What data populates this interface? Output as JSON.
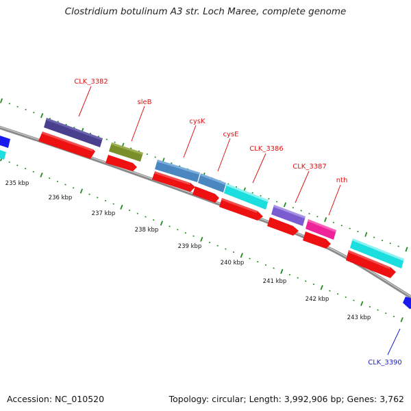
{
  "title": "Clostridium botulinum A3 str. Loch Maree, complete genome",
  "footer": {
    "accession": "Accession: NC_010520",
    "topology": "Topology: circular; Length: 3,992,906 bp; Genes: 3,762"
  },
  "colors": {
    "backbone": "#8a8a8a",
    "tick_major": "#1e8a1e",
    "tick_minor": "#2e8b2e",
    "label_red": "#dd1111",
    "label_blue": "#1a1acc",
    "cds": "#ee1111"
  },
  "scale_labels": [
    "235 kbp",
    "236 kbp",
    "237 kbp",
    "238 kbp",
    "239 kbp",
    "240 kbp",
    "241 kbp",
    "242 kbp",
    "243 kbp"
  ],
  "genes": [
    {
      "label": "CLK_3382",
      "color": "#4a3f8f"
    },
    {
      "label": "sleB",
      "color": "#7a8f2a"
    },
    {
      "label": "cysK",
      "color": "#4a86c0"
    },
    {
      "label": "cysE",
      "color": "#4a86c0"
    },
    {
      "label": "CLK_3386",
      "color": "#1cdede"
    },
    {
      "label": "CLK_3387",
      "color": "#7a5cd0"
    },
    {
      "label": "nth",
      "color": "#ee2299"
    },
    {
      "label": "",
      "color": "#1cdede"
    },
    {
      "label": "CLK_3390",
      "color": "#1a1aee"
    }
  ]
}
